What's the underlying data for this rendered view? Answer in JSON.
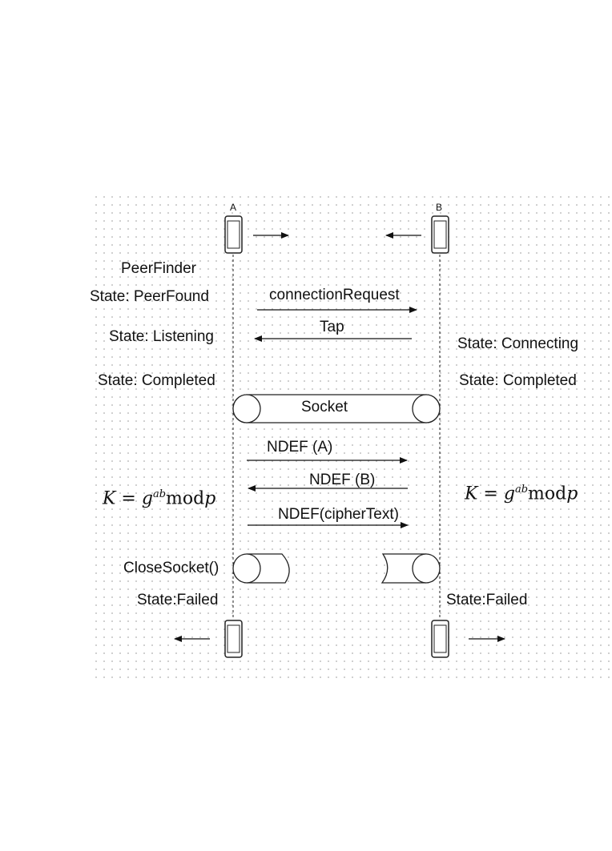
{
  "participants": {
    "a": "A",
    "b": "B"
  },
  "labels": {
    "peerfinder": "PeerFinder",
    "state_peerfound": "State: PeerFound",
    "state_listening": "State: Listening",
    "state_connecting": "State: Connecting",
    "state_completed_a": "State: Completed",
    "state_completed_b": "State: Completed",
    "closesocket": "CloseSocket()",
    "state_failed_a": "State:Failed",
    "state_failed_b": "State:Failed"
  },
  "messages": {
    "connection_request": "connectionRequest",
    "tap": "Tap",
    "socket": "Socket",
    "ndef_a": "NDEF (A)",
    "ndef_b": "NDEF (B)",
    "ndef_cipher": "NDEF(cipherText)"
  },
  "formula": {
    "lhs": "K = g",
    "exp": "ab",
    "op": "mod",
    "var": "p"
  }
}
